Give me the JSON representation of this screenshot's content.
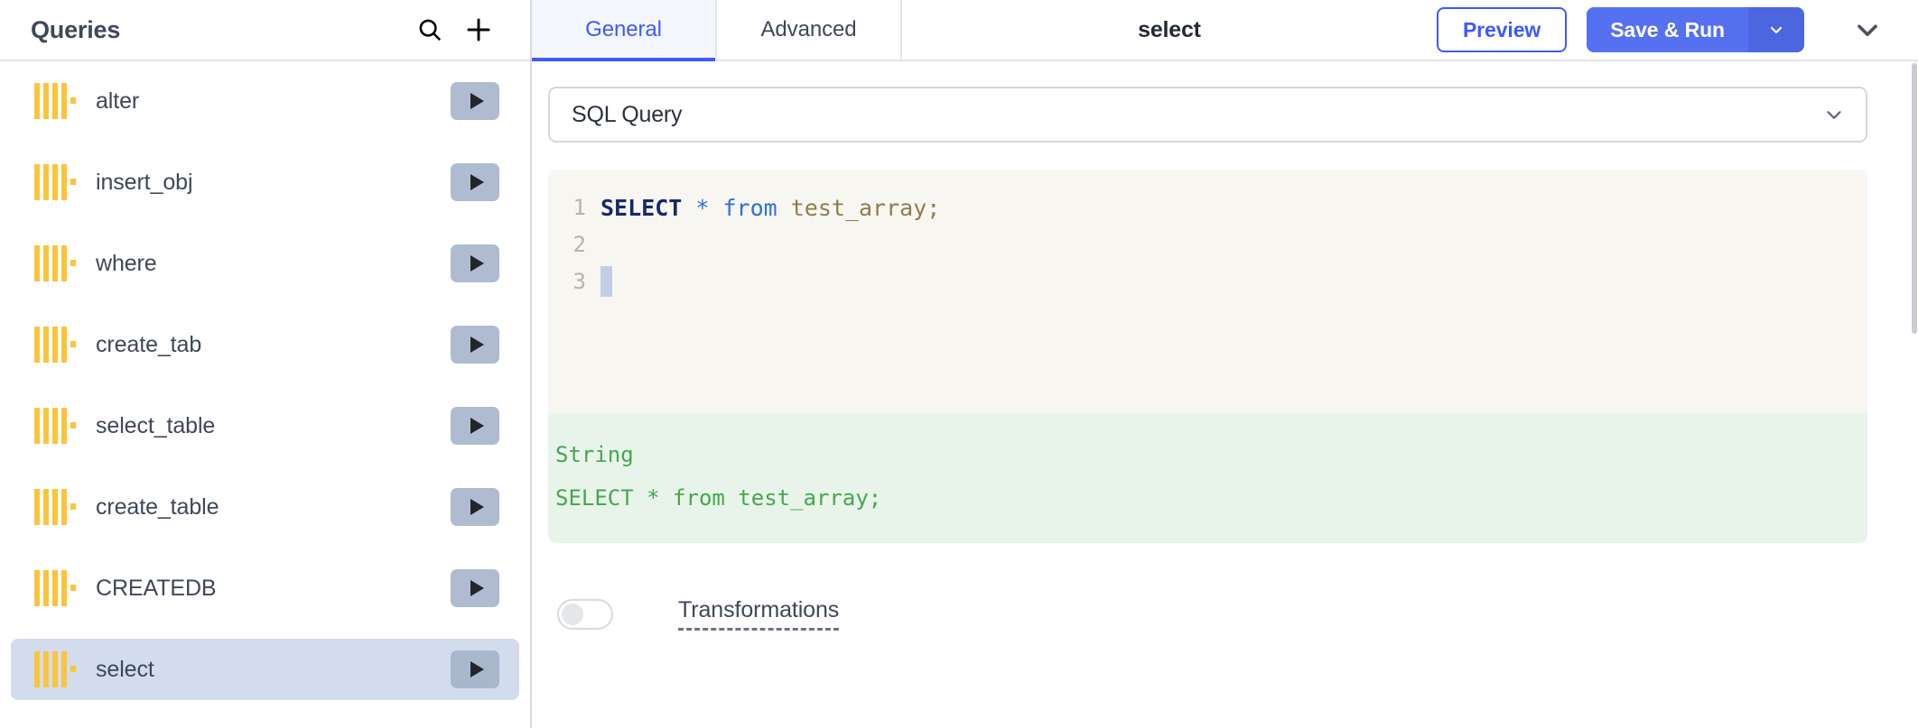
{
  "sidebar": {
    "title": "Queries",
    "search_icon": "search-icon",
    "add_icon": "plus-icon",
    "items": [
      {
        "label": "alter",
        "icon": "query-barcode-icon",
        "run_icon": "play-icon",
        "selected": false
      },
      {
        "label": "insert_obj",
        "icon": "query-barcode-icon",
        "run_icon": "play-icon",
        "selected": false
      },
      {
        "label": "where",
        "icon": "query-barcode-icon",
        "run_icon": "play-icon",
        "selected": false
      },
      {
        "label": "create_tab",
        "icon": "query-barcode-icon",
        "run_icon": "play-icon",
        "selected": false
      },
      {
        "label": "select_table",
        "icon": "query-barcode-icon",
        "run_icon": "play-icon",
        "selected": false
      },
      {
        "label": "create_table",
        "icon": "query-barcode-icon",
        "run_icon": "play-icon",
        "selected": false
      },
      {
        "label": "CREATEDB",
        "icon": "query-barcode-icon",
        "run_icon": "play-icon",
        "selected": false
      },
      {
        "label": "select",
        "icon": "query-barcode-icon",
        "run_icon": "play-icon",
        "selected": true
      }
    ]
  },
  "toolbar": {
    "tabs": [
      {
        "label": "General",
        "active": true
      },
      {
        "label": "Advanced",
        "active": false
      }
    ],
    "doc_title": "select",
    "preview_label": "Preview",
    "save_run_label": "Save & Run",
    "save_run_dropdown_icon": "chevron-down-icon",
    "collapse_icon": "chevron-down-icon"
  },
  "main": {
    "query_type_select": {
      "value": "SQL Query",
      "chevron_icon": "chevron-down-icon"
    },
    "editor": {
      "lines": [
        {
          "number": "1",
          "keyword": "SELECT",
          "star": " * ",
          "from": "from",
          "identifier": " test_array;"
        },
        {
          "number": "2"
        },
        {
          "number": "3"
        }
      ]
    },
    "result": {
      "type_label": "String",
      "value": "SELECT * from test_array;"
    },
    "transformations": {
      "label": "Transformations",
      "enabled": false
    }
  },
  "colors": {
    "accent": "#3d5afe",
    "save_run_bg": "#5570f1",
    "selected_row": "#d3dced",
    "icon_yellow": "#fbc43c",
    "icon_red": "#e8252b",
    "editor_bg": "#f8f6f1",
    "result_bg": "#e8f4ea",
    "result_text": "#45a74f",
    "run_button_bg": "#aebbd1"
  }
}
